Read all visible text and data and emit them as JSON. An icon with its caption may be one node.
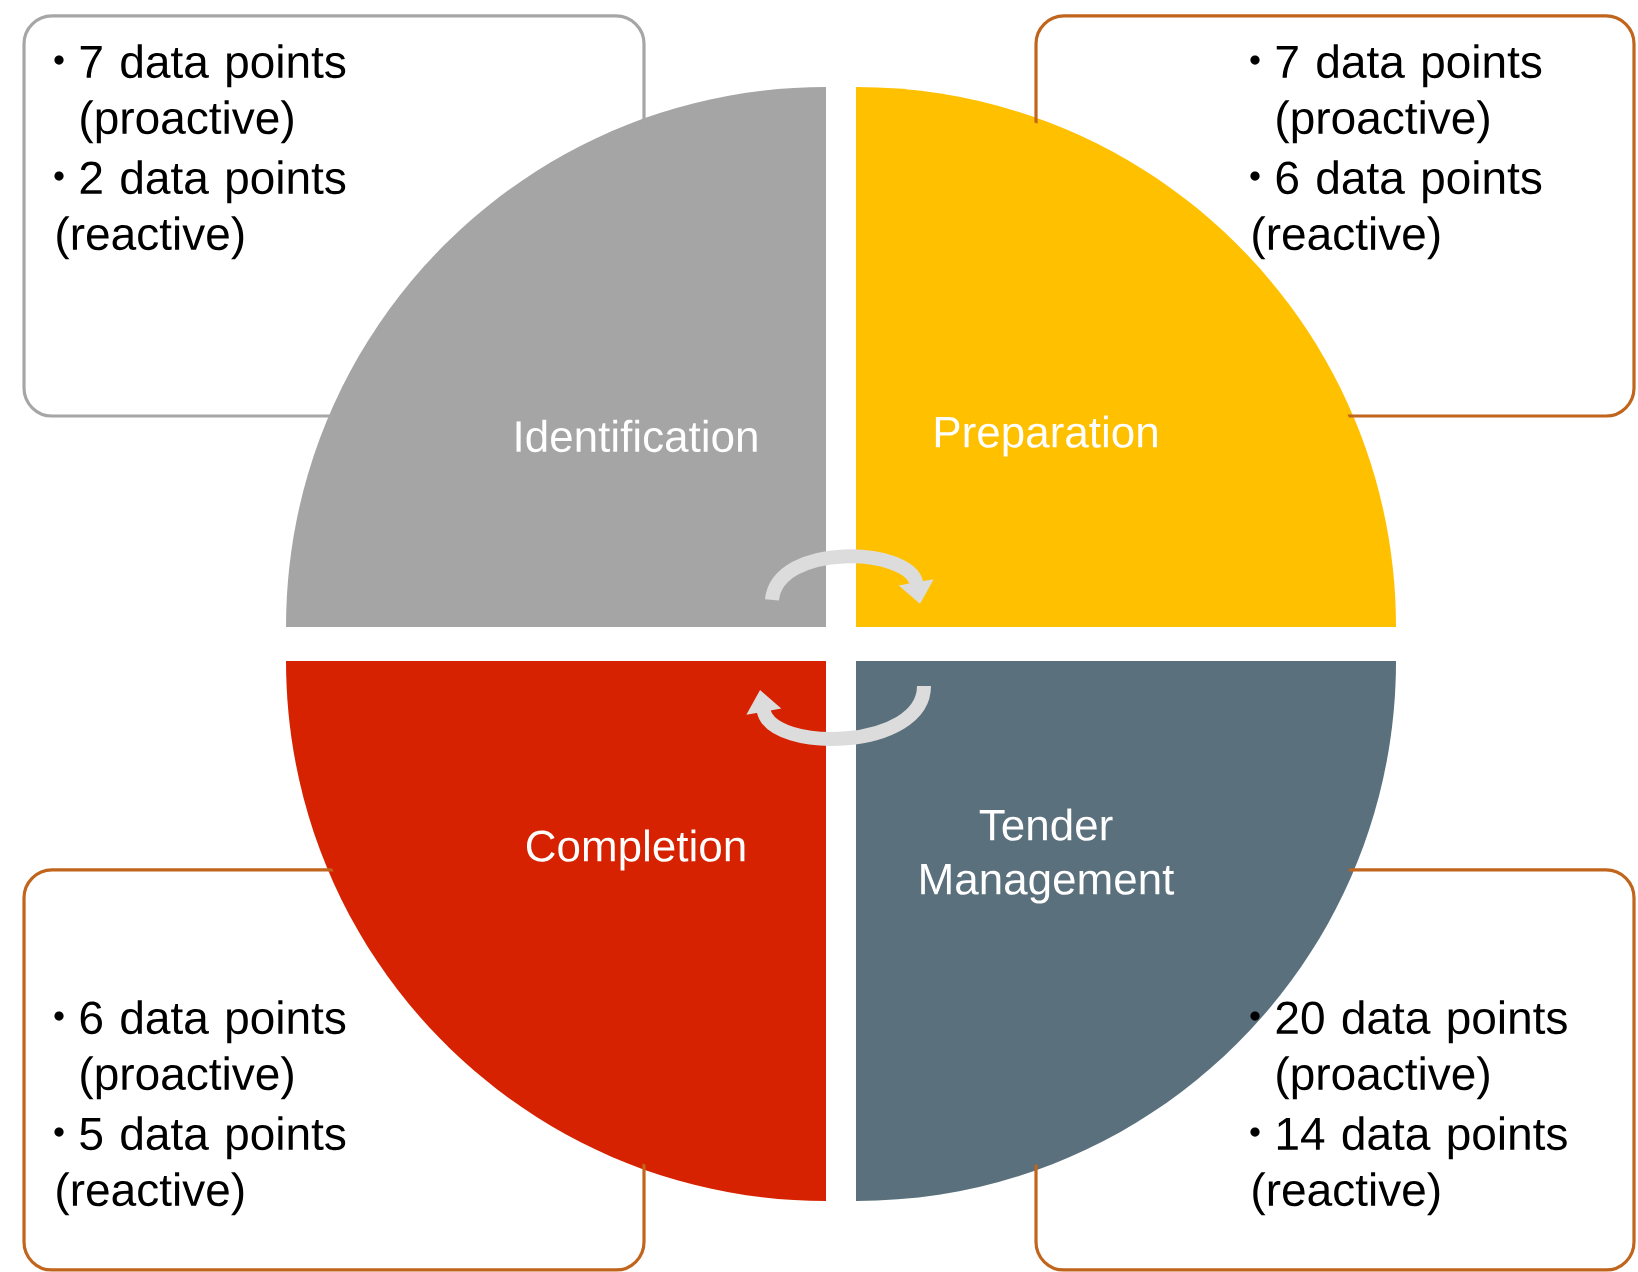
{
  "diagram": {
    "nodes": [
      {
        "text": [
          "7 data points (proactive)",
          "2 data points (reactive)"
        ]
      },
      {
        "text": [
          "7 data points (proactive)",
          "6 data points (reactive)"
        ]
      },
      {
        "text": [
          "Identification"
        ]
      },
      {
        "text": [
          "Preparation"
        ]
      },
      {
        "text": [
          "Completion"
        ]
      },
      {
        "text": [
          "Tender Management"
        ]
      },
      {
        "text": [
          "6 data points (proactive)",
          "5 data points (reactive)"
        ]
      },
      {
        "text": [
          "20 data points (proactive)",
          "14 data points (reactive)"
        ]
      }
    ],
    "edges": [
      {
        "from": 2,
        "to": 3,
        "arrow": "to"
      },
      {
        "from": 5,
        "to": 4,
        "arrow": "to"
      }
    ]
  }
}
